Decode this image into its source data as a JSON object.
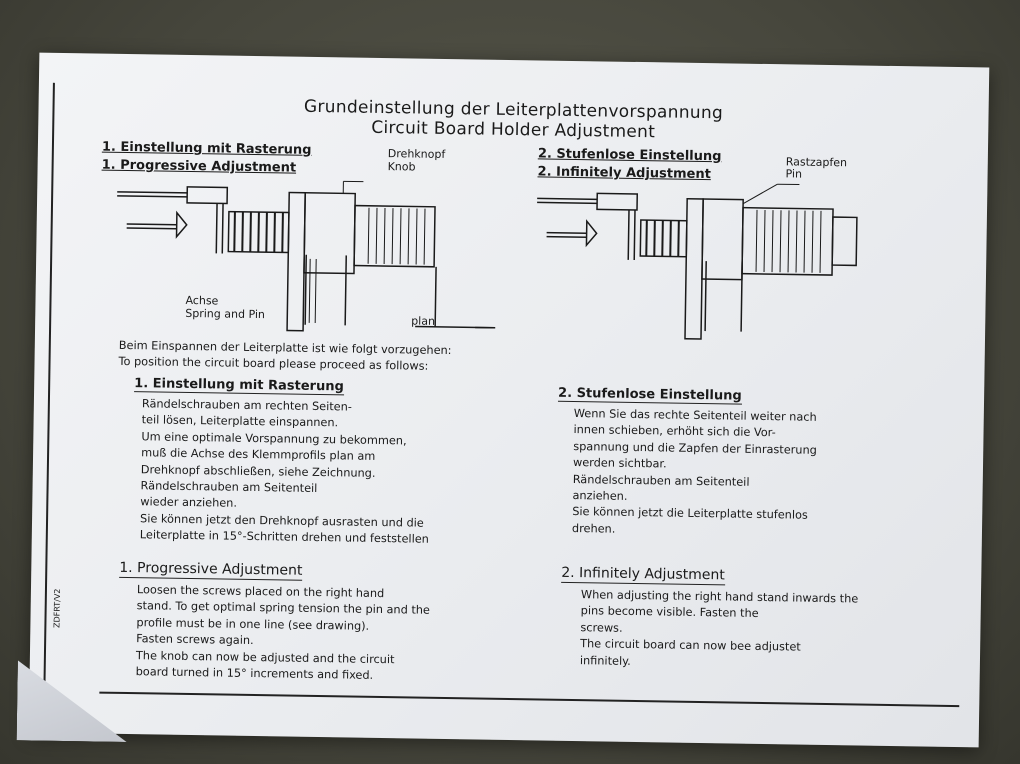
{
  "title_de": "Grundeinstellung der Leiterplattenvorspannung",
  "title_en": "Circuit Board Holder Adjustment",
  "left_diagram": {
    "heading_de": "1. Einstellung mit Rasterung",
    "heading_en": "1. Progressive Adjustment",
    "knob_label_de": "Drehknopf",
    "knob_label_en": "Knob",
    "axis_label_de": "Achse",
    "axis_label_en": "Spring and Pin",
    "plan_label": "plan"
  },
  "right_diagram": {
    "heading_de": "2. Stufenlose Einstellung",
    "heading_en": "2. Infinitely Adjustment",
    "pin_label_de": "Rastzapfen",
    "pin_label_en": "Pin"
  },
  "intro": {
    "line1": "Beim Einspannen der Leiterplatte ist wie folgt vorzugehen:",
    "line2": "To position the circuit board please proceed as follows:"
  },
  "section1_de": {
    "heading": "1. Einstellung mit Rasterung",
    "lines": [
      "Rändelschrauben am rechten Seiten-",
      "teil lösen, Leiterplatte einspannen.",
      "Um eine optimale Vorspannung zu bekommen,",
      "muß die Achse des Klemmprofils plan am",
      "Drehknopf abschließen, siehe Zeichnung.",
      "Rändelschrauben am Seitenteil",
      "wieder anziehen.",
      "Sie können jetzt den Drehknopf ausrasten und die",
      "Leiterplatte in 15°-Schritten drehen und feststellen"
    ]
  },
  "section2_de": {
    "heading": "2. Stufenlose Einstellung",
    "lines": [
      "Wenn Sie das rechte Seitenteil weiter nach",
      "innen schieben, erhöht sich die Vor-",
      "spannung und die Zapfen der Einrasterung",
      "werden sichtbar.",
      "Rändelschrauben am Seitenteil",
      "anziehen.",
      "Sie können jetzt die Leiterplatte stufenlos",
      "drehen."
    ]
  },
  "section1_en": {
    "heading": "1. Progressive Adjustment",
    "lines": [
      "Loosen the screws placed on the right hand",
      "stand. To get optimal spring tension the pin and the",
      "profile must be in one line (see drawing).",
      "Fasten screws again.",
      "The knob can now be adjusted and the circuit",
      "board turned in 15° increments and fixed."
    ]
  },
  "section2_en": {
    "heading": "2. Infinitely Adjustment",
    "lines": [
      "When adjusting the right hand stand inwards the",
      "pins become visible. Fasten the",
      "screws.",
      "The circuit board can now bee adjustet",
      "infinitely."
    ]
  },
  "side_code": "ZDFRT/V2"
}
